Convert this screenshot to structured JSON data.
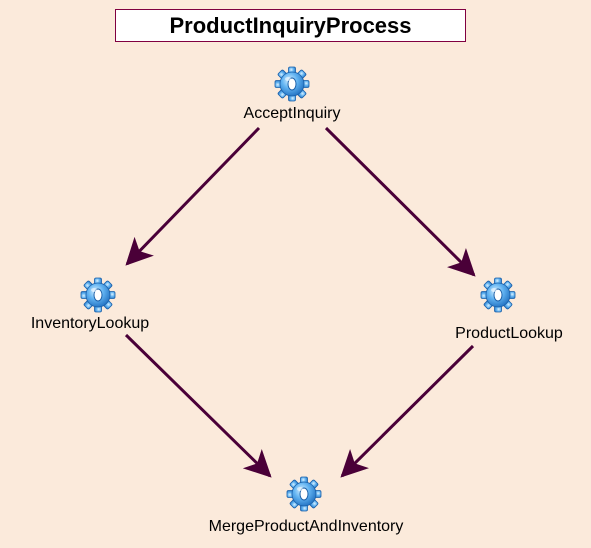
{
  "diagram": {
    "title": "ProductInquiryProcess",
    "nodes": [
      {
        "id": "accept",
        "label": "AcceptInquiry",
        "icon": "gear-icon"
      },
      {
        "id": "inventory",
        "label": "InventoryLookup",
        "icon": "gear-icon"
      },
      {
        "id": "product",
        "label": "ProductLookup",
        "icon": "gear-icon"
      },
      {
        "id": "merge",
        "label": "MergeProductAndInventory",
        "icon": "gear-icon"
      }
    ],
    "edges": [
      {
        "from": "accept",
        "to": "inventory"
      },
      {
        "from": "accept",
        "to": "product"
      },
      {
        "from": "inventory",
        "to": "merge"
      },
      {
        "from": "product",
        "to": "merge"
      }
    ]
  },
  "colors": {
    "background": "#fbeadb",
    "edge": "#4a0038",
    "title_border": "#800040",
    "gear_light": "#8fd0ff",
    "gear_dark": "#1f6fc0"
  }
}
